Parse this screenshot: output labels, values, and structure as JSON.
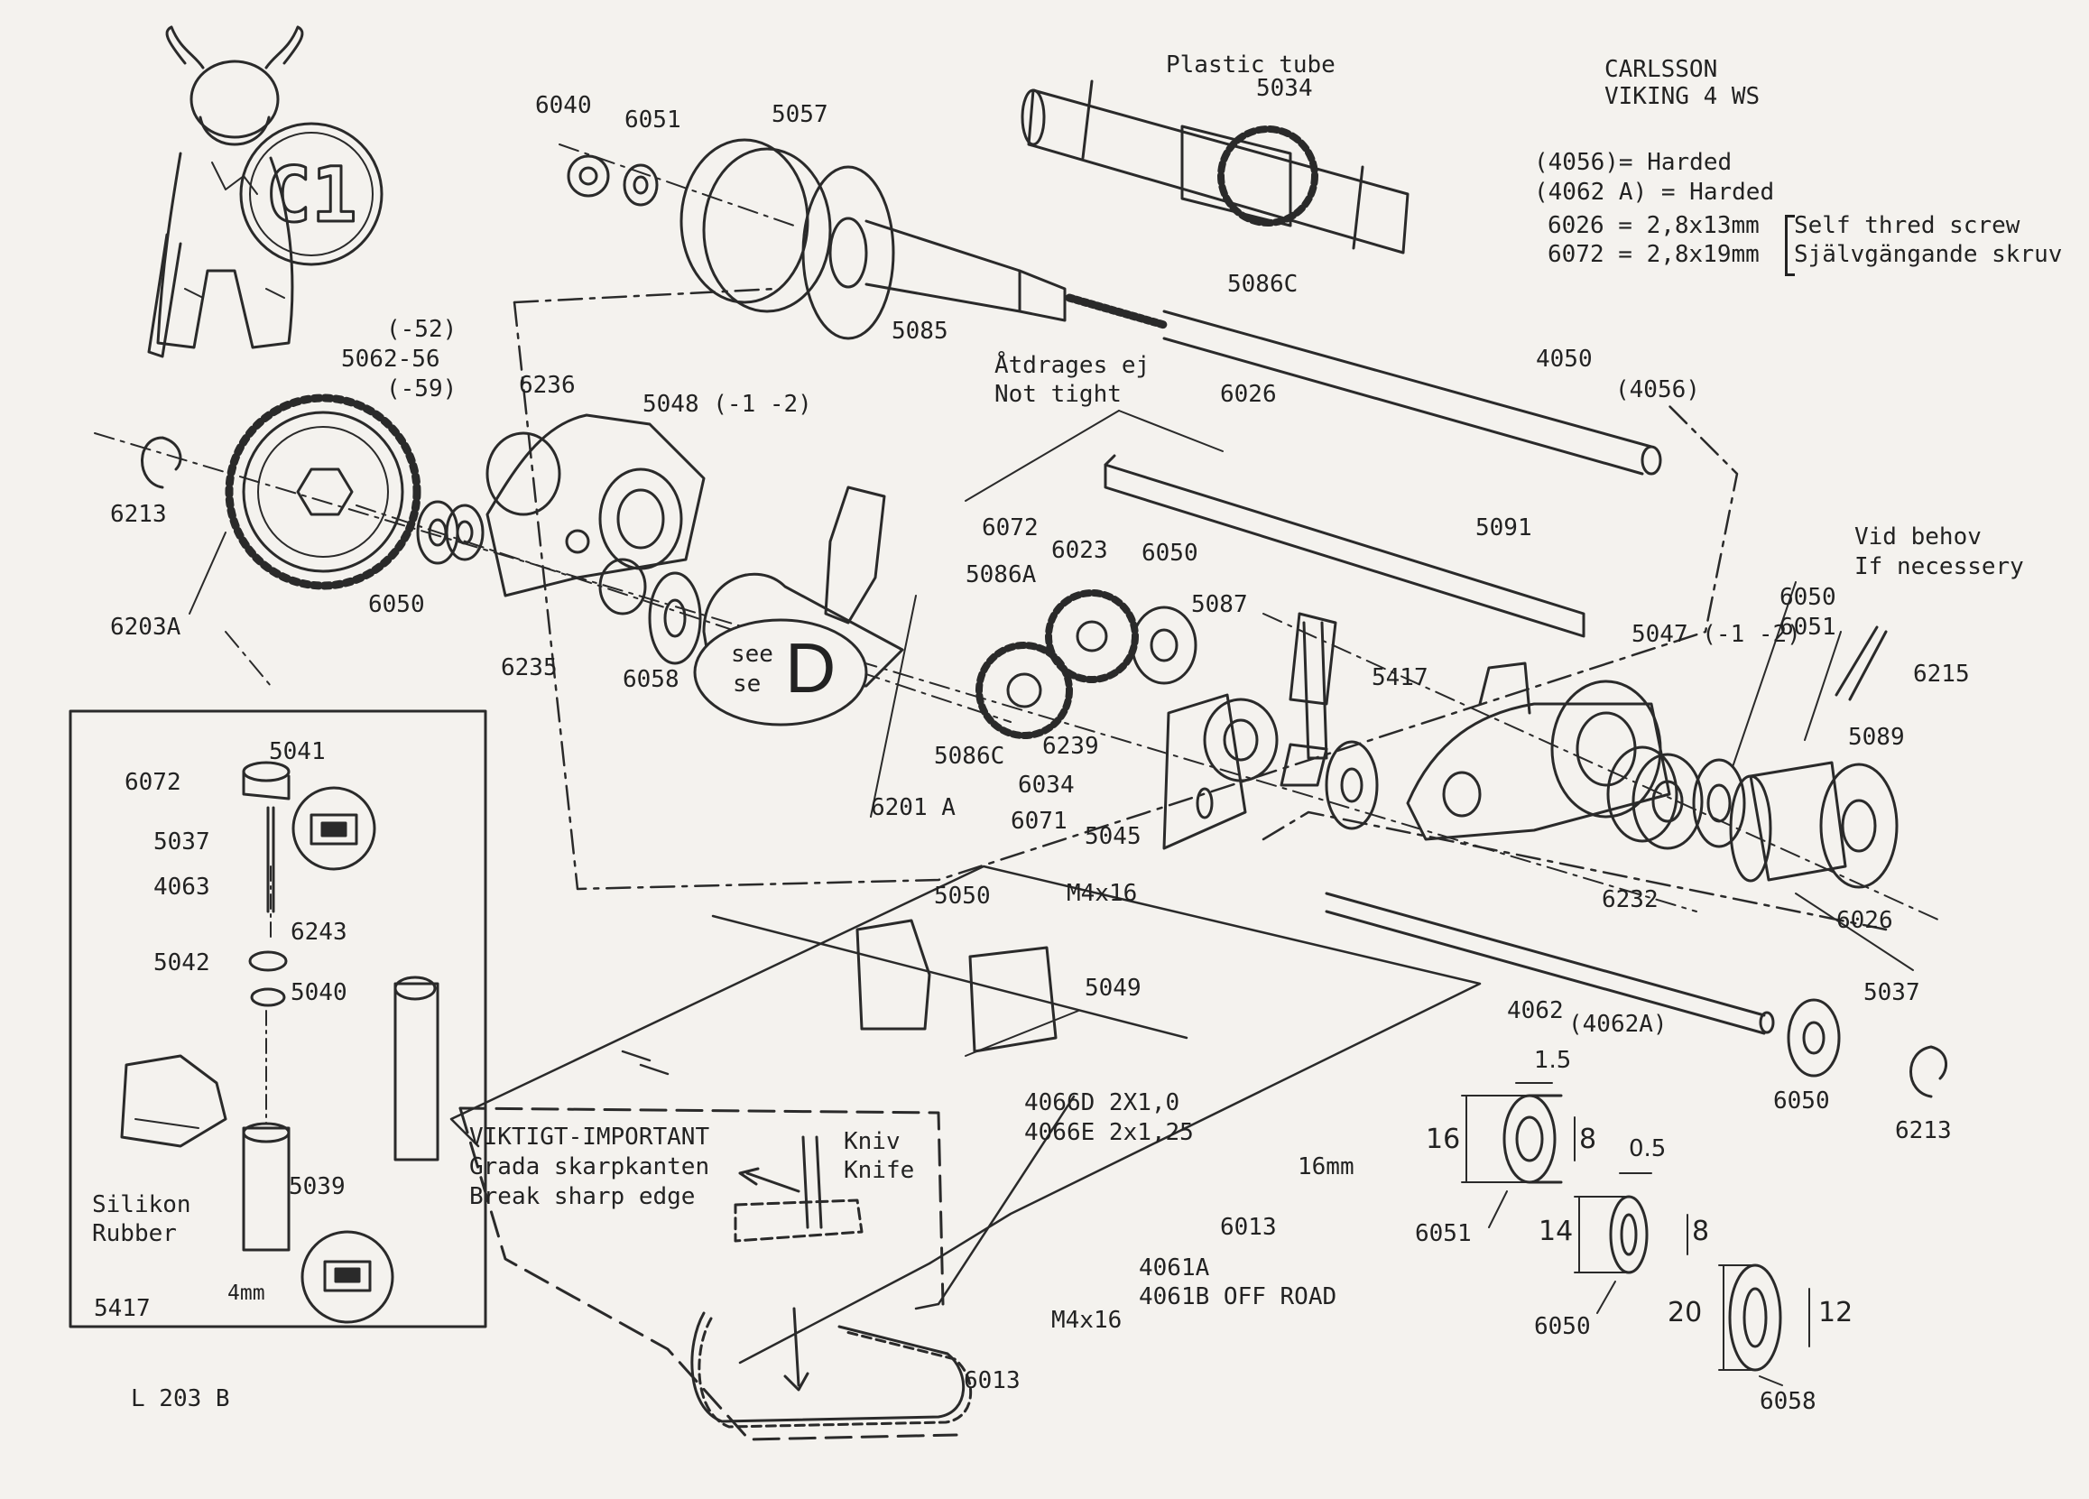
{
  "header": {
    "maker": "CARLSSON",
    "model": "VIKING 4 WS"
  },
  "badge": {
    "code": "C1"
  },
  "legend": {
    "rows": [
      "(4056)= Harded",
      "(4062 A) = Harded",
      "6026 = 2,8x13mm",
      "6072 = 2,8x19mm"
    ],
    "screw_note": [
      "Self thred screw",
      "Självgängande skruv"
    ]
  },
  "notes": {
    "plastic_tube": "Plastic tube",
    "not_tight": [
      "Åtdrages ej",
      "Not tight"
    ],
    "if_necessary": [
      "Vid behov",
      "If necessery"
    ],
    "see_d": [
      "see",
      "se",
      "D"
    ],
    "important": [
      "VIKTIGT-IMPORTANT",
      "Grada skarpkanten",
      "Break sharp edge"
    ],
    "knife": [
      "Kniv",
      "Knife"
    ],
    "rubber": [
      "Silikon",
      "Rubber"
    ],
    "drawing_number": "L 203  B"
  },
  "parts": [
    "6040",
    "6051",
    "5057",
    "5034",
    "5086C",
    "5085",
    "4050",
    "(4056)",
    "6026",
    "6072",
    "(-52)",
    "5062-56",
    "(-59)",
    "6236",
    "5048 (-1 -2)",
    "6213",
    "6050",
    "6203A",
    "6235",
    "6058",
    "6201 A",
    "5091",
    "6023",
    "6050",
    "5086A",
    "5087",
    "5086C",
    "6239",
    "6034",
    "5045",
    "5417",
    "5047 (-1 -2)",
    "6050",
    "6051",
    "6215",
    "5089",
    "6232",
    "6026",
    "5037",
    "6071",
    "M4x16",
    "5050",
    "5049",
    "4062",
    "(4062A)",
    "6050",
    "6213",
    "4066D  2X1,0",
    "4066E  2x1,25",
    "6013",
    "16mm",
    "4061A",
    "4061B OFF ROAD",
    "M4x16",
    "6013"
  ],
  "inset_parts": [
    "5041",
    "6072",
    "5037",
    "4063",
    "6243",
    "5042",
    "5040",
    "5039",
    "5417",
    "4mm"
  ],
  "spacers": [
    {
      "part": "6051",
      "outer": "16",
      "inner": "8",
      "width": "1.5"
    },
    {
      "part": "6050",
      "outer": "14",
      "inner": "8",
      "width": "0.5"
    },
    {
      "part": "6058",
      "outer": "20",
      "inner": "12"
    }
  ]
}
